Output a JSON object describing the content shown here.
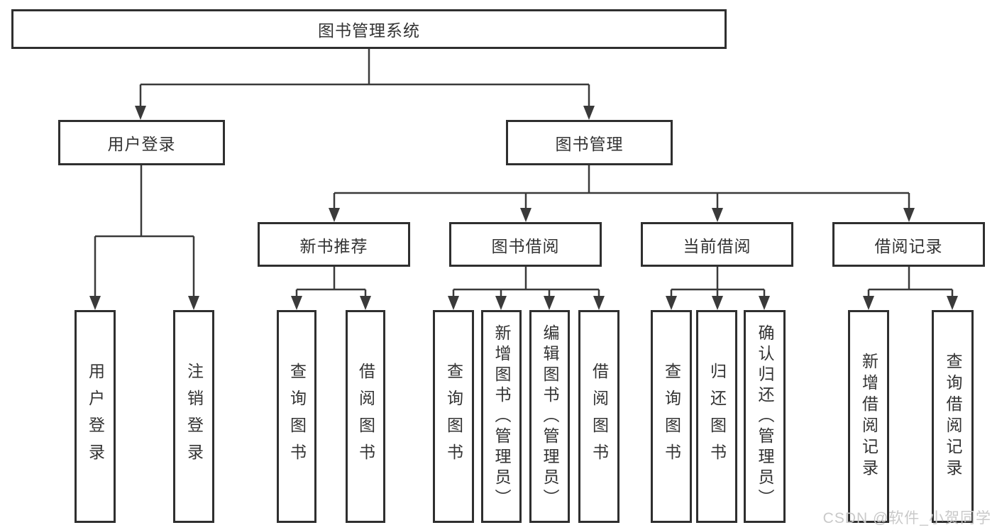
{
  "colors": {
    "border": "#2f2f2f",
    "line": "#3a3a3a",
    "text": "#333333",
    "watermark": "#c9c9c9",
    "background": "#ffffff"
  },
  "watermark": "CSDN @软件_小贺同学",
  "tree": {
    "root": {
      "label": "图书管理系统"
    },
    "branches": [
      {
        "label": "用户登录",
        "children": [
          {
            "label": "用户登录"
          },
          {
            "label": "注销登录"
          }
        ]
      },
      {
        "label": "图书管理",
        "sections": [
          {
            "label": "新书推荐",
            "children": [
              {
                "label": "查询图书"
              },
              {
                "label": "借阅图书"
              }
            ]
          },
          {
            "label": "图书借阅",
            "children": [
              {
                "label": "查询图书"
              },
              {
                "label": "新增图书（管理员）"
              },
              {
                "label": "编辑图书（管理员）"
              },
              {
                "label": "借阅图书"
              }
            ]
          },
          {
            "label": "当前借阅",
            "children": [
              {
                "label": "查询图书"
              },
              {
                "label": "归还图书"
              },
              {
                "label": "确认归还（管理员）"
              }
            ]
          },
          {
            "label": "借阅记录",
            "children": [
              {
                "label": "新增借阅记录"
              },
              {
                "label": "查询借阅记录"
              }
            ]
          }
        ]
      }
    ]
  }
}
